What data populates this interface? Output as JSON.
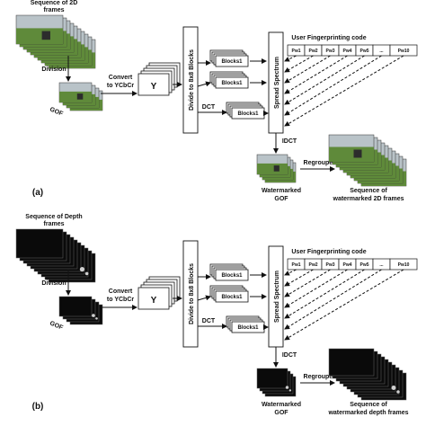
{
  "panels": [
    {
      "id": "a",
      "panel_label": "(a)",
      "source_label": "Sequence of 2D frames",
      "division": "Division",
      "gof": "GOF",
      "convert": "Convert to YCbCr",
      "y": "Y",
      "divide": "Divide to 8x8 Blocks",
      "blocks": [
        "Blocks1",
        "Blocks1",
        "Blocks1"
      ],
      "dct": "DCT",
      "spread": "Spread Spectrum",
      "fp_title": "User Fingerprinting code",
      "fp_cells": [
        "Pw1",
        "Pw2",
        "Pw3",
        "Pw4",
        "Pw5",
        "...",
        "Pw10"
      ],
      "idct": "IDCT",
      "watermarked": "Watermarked GOF",
      "regrouped": "Regrouped",
      "result": "Sequence of watermarked 2D frames",
      "frame_style": "color"
    },
    {
      "id": "b",
      "panel_label": "(b)",
      "source_label": "Sequence of Depth frames",
      "division": "Division",
      "gof": "GOF",
      "convert": "Convert to YCbCr",
      "y": "Y",
      "divide": "Divide to 8x8 Blocks",
      "blocks": [
        "Blocks1",
        "Blocks1",
        "Blocks1"
      ],
      "dct": "DCT",
      "spread": "Spread Spectrum",
      "fp_title": "User Fingerprinting code",
      "fp_cells": [
        "Pw1",
        "Pw2",
        "Pw3",
        "Pw4",
        "Pw5",
        "...",
        "Pw10"
      ],
      "idct": "IDCT",
      "watermarked": "Watermarked GOF",
      "regrouped": "Regrouped",
      "result": "Sequence of watermarked depth frames",
      "frame_style": "depth"
    }
  ],
  "colors": {
    "line": "#111111",
    "frame_sky": "#b9c3c8",
    "frame_grass": "#5f8a3a",
    "frame_dark": "#0a0a0a",
    "frame_speck": "#cfcfcf"
  }
}
